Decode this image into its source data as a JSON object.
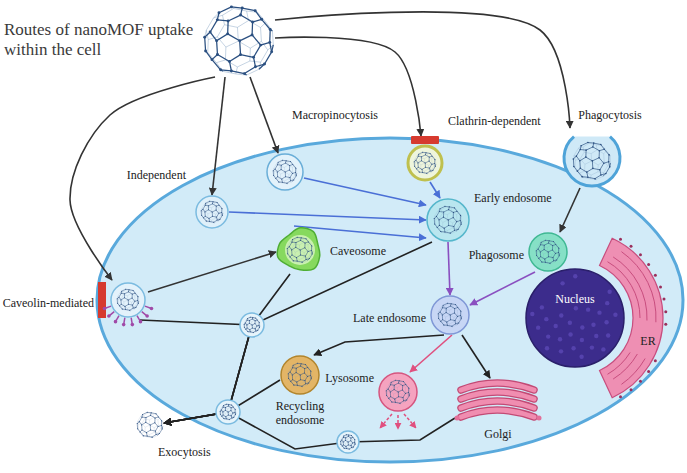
{
  "diagram": {
    "nodes": [
      {
        "text": [
          "Routes of nanoMOF uptake within the cell"
        ]
      },
      {
        "text": [
          "Caveolin-mediated"
        ]
      },
      {
        "text": [
          "Independent"
        ]
      },
      {
        "text": [
          "Macropinocytosis"
        ]
      },
      {
        "text": [
          "Clathrin-dependent"
        ]
      },
      {
        "text": [
          "Phagocytosis"
        ]
      },
      {
        "text": [
          "Caveosome"
        ]
      },
      {
        "text": [
          "Early endosome"
        ]
      },
      {
        "text": [
          "Phagosome"
        ]
      },
      {
        "text": [
          "Late endosome"
        ]
      },
      {
        "text": [
          "Lysosome"
        ]
      },
      {
        "text": [
          "Recycling endosome"
        ]
      },
      {
        "text": [
          "Nucleus"
        ]
      },
      {
        "text": [
          "ER"
        ]
      },
      {
        "text": [
          "Golgi"
        ]
      },
      {
        "text": [
          "Exocytosis"
        ]
      }
    ],
    "edges": [
      {
        "from": 0,
        "to": 1,
        "arrow": "to"
      },
      {
        "from": 0,
        "to": 2,
        "arrow": "to"
      },
      {
        "from": 0,
        "to": 3,
        "arrow": "to"
      },
      {
        "from": 0,
        "to": 4,
        "arrow": "to"
      },
      {
        "from": 0,
        "to": 5,
        "arrow": "to"
      },
      {
        "from": 2,
        "to": 7,
        "arrow": "to"
      },
      {
        "from": 3,
        "to": 7,
        "arrow": "to"
      },
      {
        "from": 4,
        "to": 7,
        "arrow": "to"
      },
      {
        "from": 1,
        "to": 6,
        "arrow": "to"
      },
      {
        "from": 6,
        "to": 7,
        "arrow": "to"
      },
      {
        "from": 5,
        "to": 8,
        "arrow": "to"
      },
      {
        "from": 7,
        "to": 9,
        "arrow": "to"
      },
      {
        "from": 8,
        "to": 9,
        "arrow": "to"
      },
      {
        "from": 7,
        "to": 15,
        "arrow": "to"
      },
      {
        "from": 1,
        "to": 15,
        "arrow": "to"
      },
      {
        "from": 6,
        "to": 15,
        "arrow": "to"
      },
      {
        "from": 9,
        "to": 11,
        "arrow": "to"
      },
      {
        "from": 9,
        "to": 10,
        "arrow": "to"
      },
      {
        "from": 9,
        "to": 14,
        "arrow": "to"
      },
      {
        "from": 11,
        "to": 15,
        "arrow": "to"
      },
      {
        "from": 14,
        "to": 15,
        "arrow": "to"
      }
    ]
  }
}
